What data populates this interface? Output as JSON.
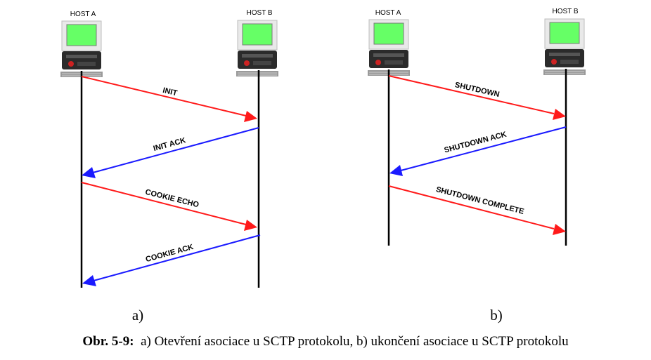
{
  "panels": [
    {
      "subtitle": "a)",
      "host_a": "HOST A",
      "host_b": "HOST B",
      "messages": [
        {
          "label": "INIT",
          "direction": "a_to_b",
          "color": "#ff1a1a"
        },
        {
          "label": "INIT ACK",
          "direction": "b_to_a",
          "color": "#1a1aff"
        },
        {
          "label": "COOKIE ECHO",
          "direction": "a_to_b",
          "color": "#ff1a1a"
        },
        {
          "label": "COOKIE ACK",
          "direction": "b_to_a",
          "color": "#1a1aff"
        }
      ]
    },
    {
      "subtitle": "b)",
      "host_a": "HOST A",
      "host_b": "HOST B",
      "messages": [
        {
          "label": "SHUTDOWN",
          "direction": "a_to_b",
          "color": "#ff1a1a"
        },
        {
          "label": "SHUTDOWN ACK",
          "direction": "b_to_a",
          "color": "#1a1aff"
        },
        {
          "label": "SHUTDOWN COMPLETE",
          "direction": "a_to_b",
          "color": "#ff1a1a"
        }
      ]
    }
  ],
  "caption": {
    "prefix": "Obr. 5-9:",
    "text": "a) Otevření asociace u SCTP protokolu, b) ukončení asociace u SCTP protokolu"
  },
  "colors": {
    "screen": "#66ff66",
    "case": "#2b2b2b",
    "keyboard": "#9a9a9a"
  }
}
